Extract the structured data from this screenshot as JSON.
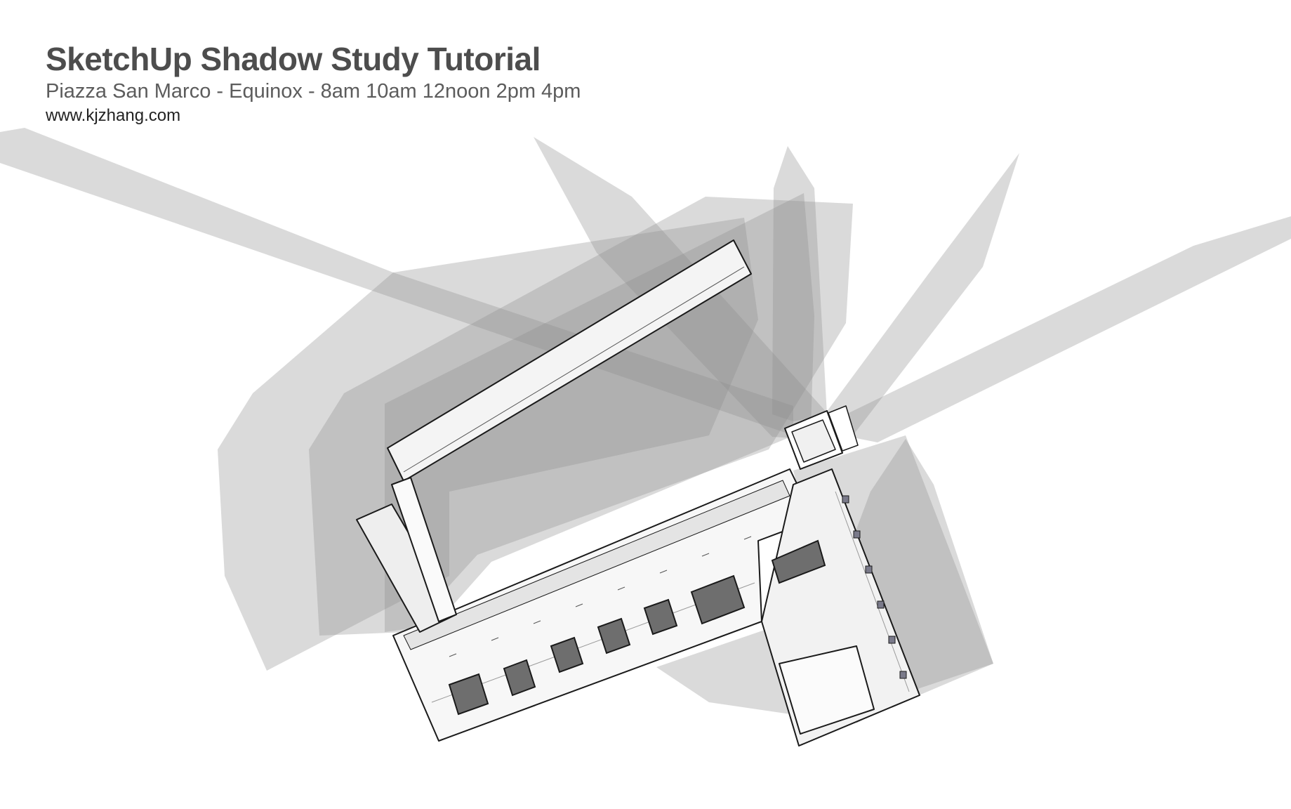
{
  "header": {
    "title": "SketchUp Shadow Study Tutorial",
    "subtitle": "Piazza San Marco - Equinox - 8am 10am 12noon 2pm 4pm",
    "website": "www.kjzhang.com"
  },
  "colors": {
    "background": "#ffffff",
    "shadow": "#8c8c8c",
    "building_face": "#f4f4f4",
    "building_edge": "#1a1a1a",
    "skylight": "#6e6e6e",
    "title_text": "#4d4d4d"
  }
}
